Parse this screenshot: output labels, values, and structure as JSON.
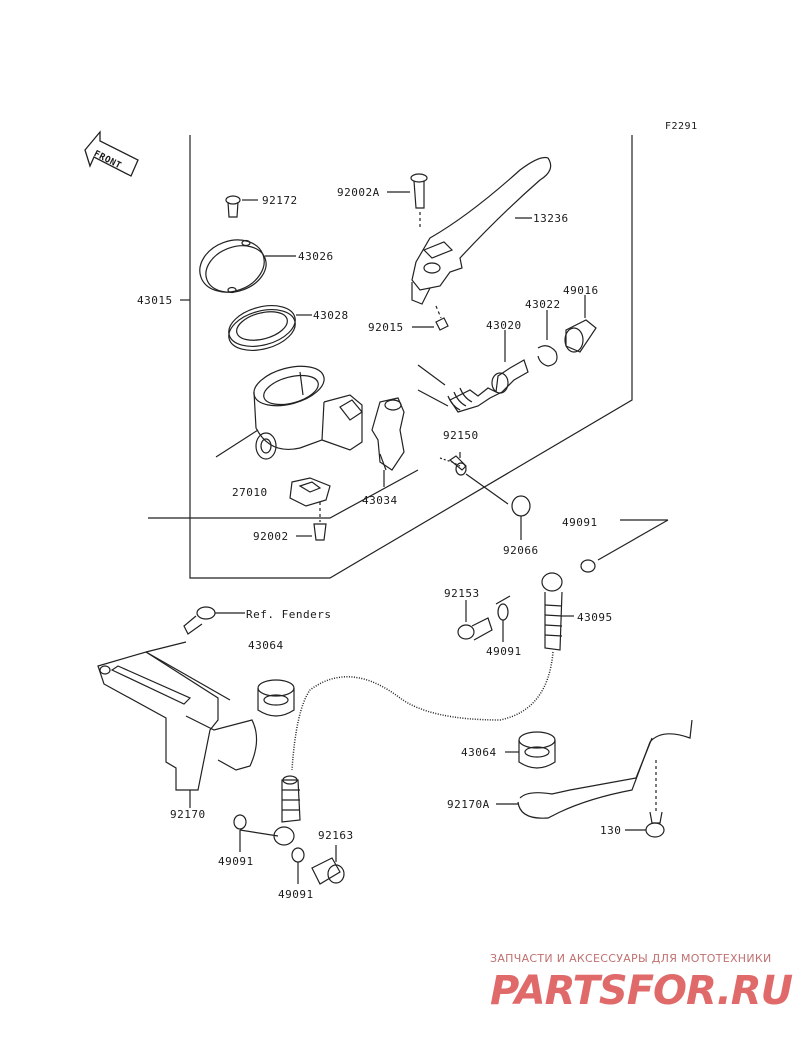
{
  "figure_code": "F2291",
  "front_label": "FRONT",
  "labels": {
    "p92172": "92172",
    "p43026": "43026",
    "p43015": "43015",
    "p43028": "43028",
    "p92002A": "92002A",
    "p13236": "13236",
    "p49016": "49016",
    "p43022": "43022",
    "p43020": "43020",
    "p92015": "92015",
    "p92150": "92150",
    "p27010": "27010",
    "p43034": "43034",
    "p92002": "92002",
    "p92066": "92066",
    "p49091a": "49091",
    "p92153": "92153",
    "p43095": "43095",
    "p49091b": "49091",
    "ref_fenders": "Ref. Fenders",
    "p43064a": "43064",
    "p43064b": "43064",
    "p92170A": "92170A",
    "p130": "130",
    "p92170": "92170",
    "p92163": "92163",
    "p49091c": "49091",
    "p49091d": "49091"
  },
  "watermark": {
    "tagline": "ЗАПЧАСТИ И АКСЕССУАРЫ ДЛЯ МОТОТЕХНИКИ",
    "logo": "PARTSFOR.RU"
  }
}
